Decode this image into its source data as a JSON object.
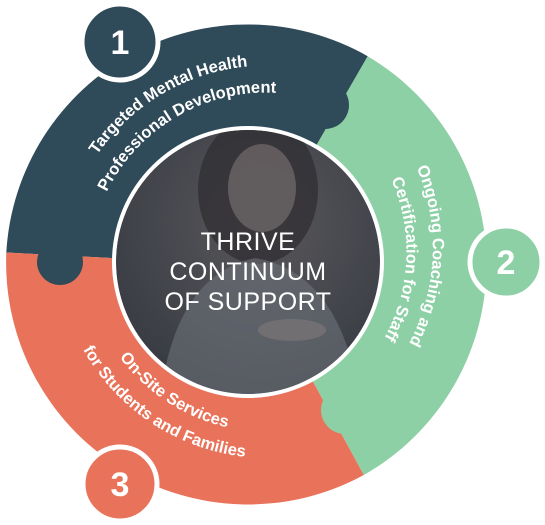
{
  "center": {
    "lines": [
      "THRIVE",
      "CONTINUUM",
      "OF SUPPORT"
    ]
  },
  "segments": [
    {
      "number": "1",
      "lines": [
        "Targeted Mental Health",
        "Professional Development"
      ],
      "color": "#2f4a58"
    },
    {
      "number": "2",
      "lines": [
        "Ongoing Coaching and",
        "Certification for Staff"
      ],
      "color": "#8ed0a6"
    },
    {
      "number": "3",
      "lines": [
        "On-Site Services",
        "for Students and Families"
      ],
      "color": "#e9735a"
    }
  ],
  "colors": {
    "photo_overlay": "#3d4148",
    "badge_border": "#ffffff"
  }
}
